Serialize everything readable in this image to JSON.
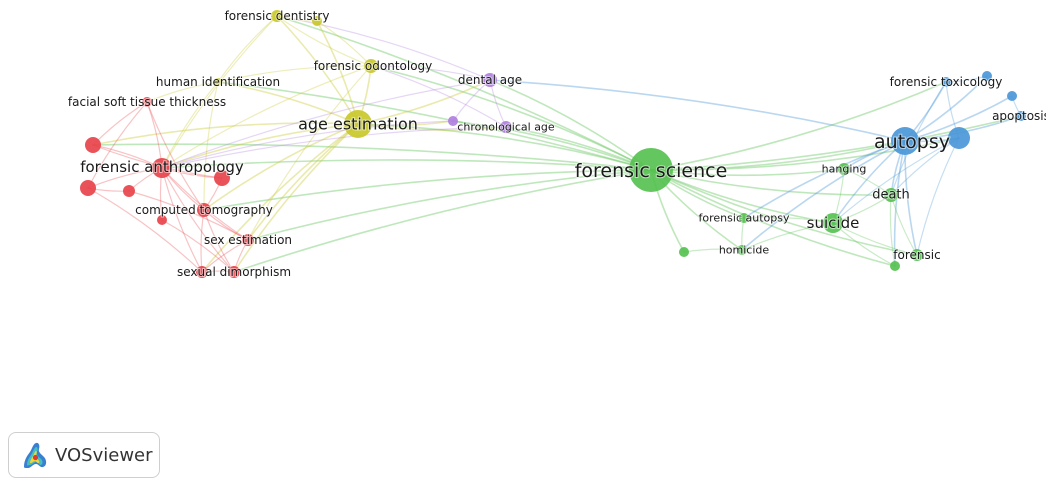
{
  "network": {
    "colors": {
      "red": "#e8434b",
      "yellow": "#c9c82a",
      "purple": "#b07fe0",
      "green": "#56c150",
      "blue": "#4a97d8"
    },
    "nodes": [
      {
        "id": "forensic-science",
        "label": "forensic science",
        "cluster": "green"
      },
      {
        "id": "autopsy",
        "label": "autopsy",
        "cluster": "blue"
      },
      {
        "id": "age-estimation",
        "label": "age estimation",
        "cluster": "yellow"
      },
      {
        "id": "forensic-anthropology",
        "label": "forensic anthropology",
        "cluster": "red"
      },
      {
        "id": "suicide",
        "label": "suicide",
        "cluster": "green"
      },
      {
        "id": "death",
        "label": "death",
        "cluster": "green"
      },
      {
        "id": "forensic",
        "label": "forensic",
        "cluster": "green"
      },
      {
        "id": "hanging",
        "label": "hanging",
        "cluster": "green"
      },
      {
        "id": "forensic-autopsy",
        "label": "forensic autopsy",
        "cluster": "green"
      },
      {
        "id": "homicide",
        "label": "homicide",
        "cluster": "green"
      },
      {
        "id": "green-extra-1",
        "label": "",
        "cluster": "green"
      },
      {
        "id": "green-extra-2",
        "label": "",
        "cluster": "green"
      },
      {
        "id": "forensic-toxicology",
        "label": "forensic toxicology",
        "cluster": "blue"
      },
      {
        "id": "apoptosis",
        "label": "apoptosis",
        "cluster": "blue"
      },
      {
        "id": "blue-extra-1",
        "label": "",
        "cluster": "blue"
      },
      {
        "id": "blue-extra-2",
        "label": "",
        "cluster": "blue"
      },
      {
        "id": "blue-extra-3",
        "label": "",
        "cluster": "blue"
      },
      {
        "id": "dental-age",
        "label": "dental age",
        "cluster": "purple"
      },
      {
        "id": "chronological-age",
        "label": "chronological age",
        "cluster": "purple"
      },
      {
        "id": "purple-extra-1",
        "label": "",
        "cluster": "purple"
      },
      {
        "id": "forensic-dentistry",
        "label": "forensic dentistry",
        "cluster": "yellow"
      },
      {
        "id": "forensic-odontology",
        "label": "forensic odontology",
        "cluster": "yellow"
      },
      {
        "id": "human-identification",
        "label": "human identification",
        "cluster": "yellow"
      },
      {
        "id": "yellow-extra-1",
        "label": "",
        "cluster": "yellow"
      },
      {
        "id": "facial-soft-tissue-thickness",
        "label": "facial soft tissue thickness",
        "cluster": "red"
      },
      {
        "id": "computed-tomography",
        "label": "computed tomography",
        "cluster": "red"
      },
      {
        "id": "sex-estimation",
        "label": "sex estimation",
        "cluster": "red"
      },
      {
        "id": "sexual-dimorphism",
        "label": "sexual dimorphism",
        "cluster": "red"
      },
      {
        "id": "red-extra-1",
        "label": "",
        "cluster": "red"
      },
      {
        "id": "red-extra-2",
        "label": "",
        "cluster": "red"
      },
      {
        "id": "red-extra-3",
        "label": "",
        "cluster": "red"
      },
      {
        "id": "red-extra-4",
        "label": "",
        "cluster": "red"
      },
      {
        "id": "red-extra-5",
        "label": "",
        "cluster": "red"
      },
      {
        "id": "red-extra-6",
        "label": "",
        "cluster": "red"
      }
    ],
    "links": [
      [
        "forensic-science",
        "autopsy"
      ],
      [
        "forensic-science",
        "suicide"
      ],
      [
        "forensic-science",
        "death"
      ],
      [
        "forensic-science",
        "forensic"
      ],
      [
        "forensic-science",
        "hanging"
      ],
      [
        "forensic-science",
        "forensic-autopsy"
      ],
      [
        "forensic-science",
        "homicide"
      ],
      [
        "forensic-science",
        "green-extra-1"
      ],
      [
        "forensic-science",
        "age-estimation"
      ],
      [
        "forensic-science",
        "dental-age"
      ],
      [
        "forensic-science",
        "chronological-age"
      ],
      [
        "forensic-science",
        "purple-extra-1"
      ],
      [
        "forensic-science",
        "forensic-anthropology"
      ],
      [
        "forensic-science",
        "forensic-odontology"
      ],
      [
        "forensic-science",
        "forensic-dentistry"
      ],
      [
        "forensic-science",
        "human-identification"
      ],
      [
        "forensic-science",
        "computed-tomography"
      ],
      [
        "forensic-science",
        "sex-estimation"
      ],
      [
        "forensic-science",
        "red-extra-1"
      ],
      [
        "forensic-science",
        "forensic-toxicology"
      ],
      [
        "forensic-science",
        "blue-extra-1"
      ],
      [
        "forensic-science",
        "apoptosis"
      ],
      [
        "forensic-science",
        "green-extra-2"
      ],
      [
        "autopsy",
        "blue-extra-1"
      ],
      [
        "autopsy",
        "forensic-toxicology"
      ],
      [
        "autopsy",
        "apoptosis"
      ],
      [
        "autopsy",
        "blue-extra-2"
      ],
      [
        "autopsy",
        "blue-extra-3"
      ],
      [
        "autopsy",
        "suicide"
      ],
      [
        "autopsy",
        "death"
      ],
      [
        "autopsy",
        "forensic"
      ],
      [
        "autopsy",
        "hanging"
      ],
      [
        "autopsy",
        "forensic-autopsy"
      ],
      [
        "autopsy",
        "homicide"
      ],
      [
        "autopsy",
        "green-extra-2"
      ],
      [
        "autopsy",
        "dental-age"
      ],
      [
        "suicide",
        "death"
      ],
      [
        "suicide",
        "hanging"
      ],
      [
        "suicide",
        "forensic"
      ],
      [
        "suicide",
        "forensic-autopsy"
      ],
      [
        "suicide",
        "homicide"
      ],
      [
        "suicide",
        "green-extra-2"
      ],
      [
        "death",
        "forensic"
      ],
      [
        "death",
        "hanging"
      ],
      [
        "death",
        "green-extra-2"
      ],
      [
        "forensic-toxicology",
        "blue-extra-2"
      ],
      [
        "forensic-toxicology",
        "blue-extra-1"
      ],
      [
        "forensic-toxicology",
        "death"
      ],
      [
        "blue-extra-1",
        "suicide"
      ],
      [
        "blue-extra-1",
        "death"
      ],
      [
        "blue-extra-1",
        "forensic"
      ],
      [
        "blue-extra-3",
        "apoptosis"
      ],
      [
        "age-estimation",
        "dental-age"
      ],
      [
        "age-estimation",
        "chronological-age"
      ],
      [
        "age-estimation",
        "forensic-odontology"
      ],
      [
        "age-estimation",
        "forensic-dentistry"
      ],
      [
        "age-estimation",
        "yellow-extra-1"
      ],
      [
        "age-estimation",
        "human-identification"
      ],
      [
        "age-estimation",
        "forensic-anthropology"
      ],
      [
        "age-estimation",
        "computed-tomography"
      ],
      [
        "age-estimation",
        "sex-estimation"
      ],
      [
        "age-estimation",
        "sexual-dimorphism"
      ],
      [
        "age-estimation",
        "red-extra-1"
      ],
      [
        "age-estimation",
        "red-extra-2"
      ],
      [
        "age-estimation",
        "purple-extra-1"
      ],
      [
        "dental-age",
        "chronological-age"
      ],
      [
        "dental-age",
        "forensic-odontology"
      ],
      [
        "dental-age",
        "forensic-dentistry"
      ],
      [
        "dental-age",
        "purple-extra-1"
      ],
      [
        "chronological-age",
        "forensic-odontology"
      ],
      [
        "forensic-dentistry",
        "forensic-odontology"
      ],
      [
        "forensic-dentistry",
        "yellow-extra-1"
      ],
      [
        "forensic-dentistry",
        "human-identification"
      ],
      [
        "forensic-dentistry",
        "forensic-anthropology"
      ],
      [
        "forensic-odontology",
        "human-identification"
      ],
      [
        "forensic-odontology",
        "forensic-anthropology"
      ],
      [
        "forensic-odontology",
        "yellow-extra-1"
      ],
      [
        "forensic-odontology",
        "sex-estimation"
      ],
      [
        "human-identification",
        "forensic-anthropology"
      ],
      [
        "human-identification",
        "facial-soft-tissue-thickness"
      ],
      [
        "human-identification",
        "computed-tomography"
      ],
      [
        "forensic-anthropology",
        "facial-soft-tissue-thickness"
      ],
      [
        "forensic-anthropology",
        "computed-tomography"
      ],
      [
        "forensic-anthropology",
        "sex-estimation"
      ],
      [
        "forensic-anthropology",
        "sexual-dimorphism"
      ],
      [
        "forensic-anthropology",
        "red-extra-1"
      ],
      [
        "forensic-anthropology",
        "red-extra-2"
      ],
      [
        "forensic-anthropology",
        "red-extra-3"
      ],
      [
        "forensic-anthropology",
        "red-extra-4"
      ],
      [
        "forensic-anthropology",
        "red-extra-5"
      ],
      [
        "forensic-anthropology",
        "red-extra-6"
      ],
      [
        "facial-soft-tissue-thickness",
        "red-extra-1"
      ],
      [
        "facial-soft-tissue-thickness",
        "red-extra-3"
      ],
      [
        "facial-soft-tissue-thickness",
        "computed-tomography"
      ],
      [
        "computed-tomography",
        "sex-estimation"
      ],
      [
        "computed-tomography",
        "sexual-dimorphism"
      ],
      [
        "computed-tomography",
        "red-extra-2"
      ],
      [
        "computed-tomography",
        "red-extra-5"
      ],
      [
        "sex-estimation",
        "sexual-dimorphism"
      ],
      [
        "sex-estimation",
        "red-extra-2"
      ],
      [
        "sex-estimation",
        "red-extra-4"
      ],
      [
        "sexual-dimorphism",
        "red-extra-2"
      ],
      [
        "sexual-dimorphism",
        "red-extra-6"
      ],
      [
        "red-extra-2",
        "red-extra-3"
      ],
      [
        "red-extra-3",
        "red-extra-4"
      ],
      [
        "red-extra-1",
        "red-extra-5"
      ],
      [
        "chronological-age",
        "forensic-anthropology"
      ],
      [
        "dental-age",
        "forensic-anthropology"
      ],
      [
        "purple-extra-1",
        "forensic-anthropology"
      ],
      [
        "forensic-science",
        "sexual-dimorphism"
      ],
      [
        "homicide",
        "green-extra-1"
      ],
      [
        "forensic-autopsy",
        "homicide"
      ]
    ]
  },
  "branding": {
    "app_name": "VOSviewer"
  }
}
